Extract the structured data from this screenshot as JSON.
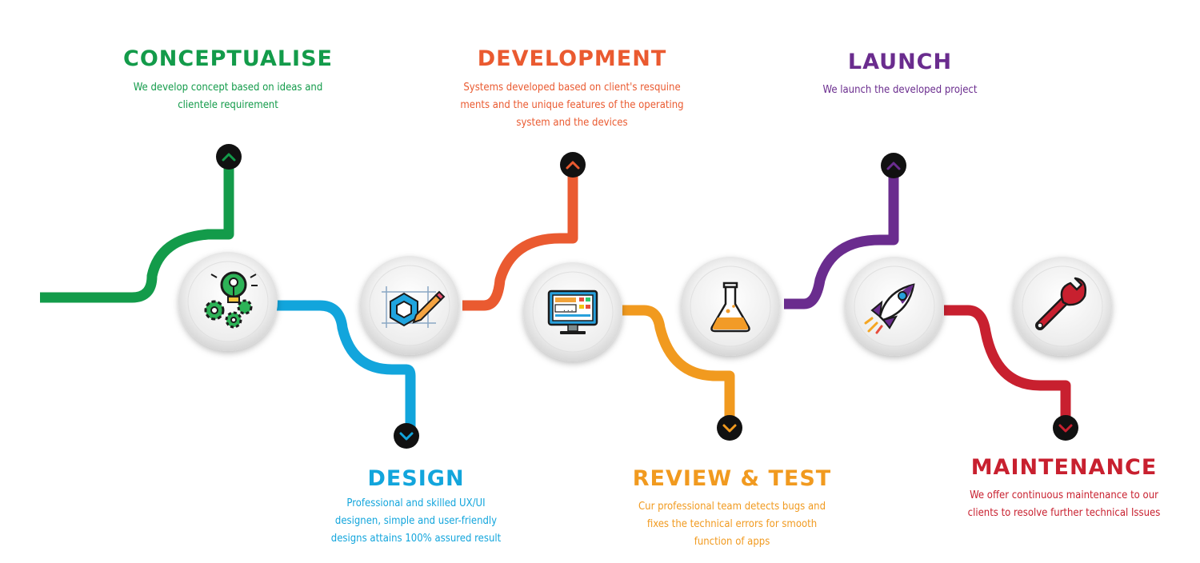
{
  "steps": [
    {
      "id": "conceptualise",
      "title": "CONCEPTUALISE",
      "description": "We develop concept based on ideas and clientele requirement",
      "color": "#139b4a",
      "icon": "lightbulb-gears-icon",
      "marker": "chevron-up"
    },
    {
      "id": "design",
      "title": "DESIGN",
      "description": "Professional and skilled UX/UI designen, simple and user-friendly designs attains 100% assured result",
      "color": "#12a5dc",
      "icon": "design-pencil-icon",
      "marker": "chevron-down"
    },
    {
      "id": "development",
      "title": "DEVELOPMENT",
      "description": "Systems developed based on client's resquine ments and the unique features of the operating system and the devices",
      "color": "#ea5a30",
      "icon": "monitor-code-icon",
      "marker": "chevron-up"
    },
    {
      "id": "review",
      "title": "REVIEW & TEST",
      "description": "Cur professional team detects bugs and fixes the technical errors for smooth function of apps",
      "color": "#f19a1f",
      "icon": "flask-icon",
      "marker": "chevron-down"
    },
    {
      "id": "launch",
      "title": "LAUNCH",
      "description": "We launch the developed project",
      "color": "#6a2c8e",
      "icon": "rocket-icon",
      "marker": "chevron-up"
    },
    {
      "id": "maintenance",
      "title": "MAINTENANCE",
      "description": "We offer continuous maintenance to our clients to resolve further technical Issues",
      "color": "#c8202f",
      "icon": "wrench-icon",
      "marker": "chevron-down"
    }
  ]
}
